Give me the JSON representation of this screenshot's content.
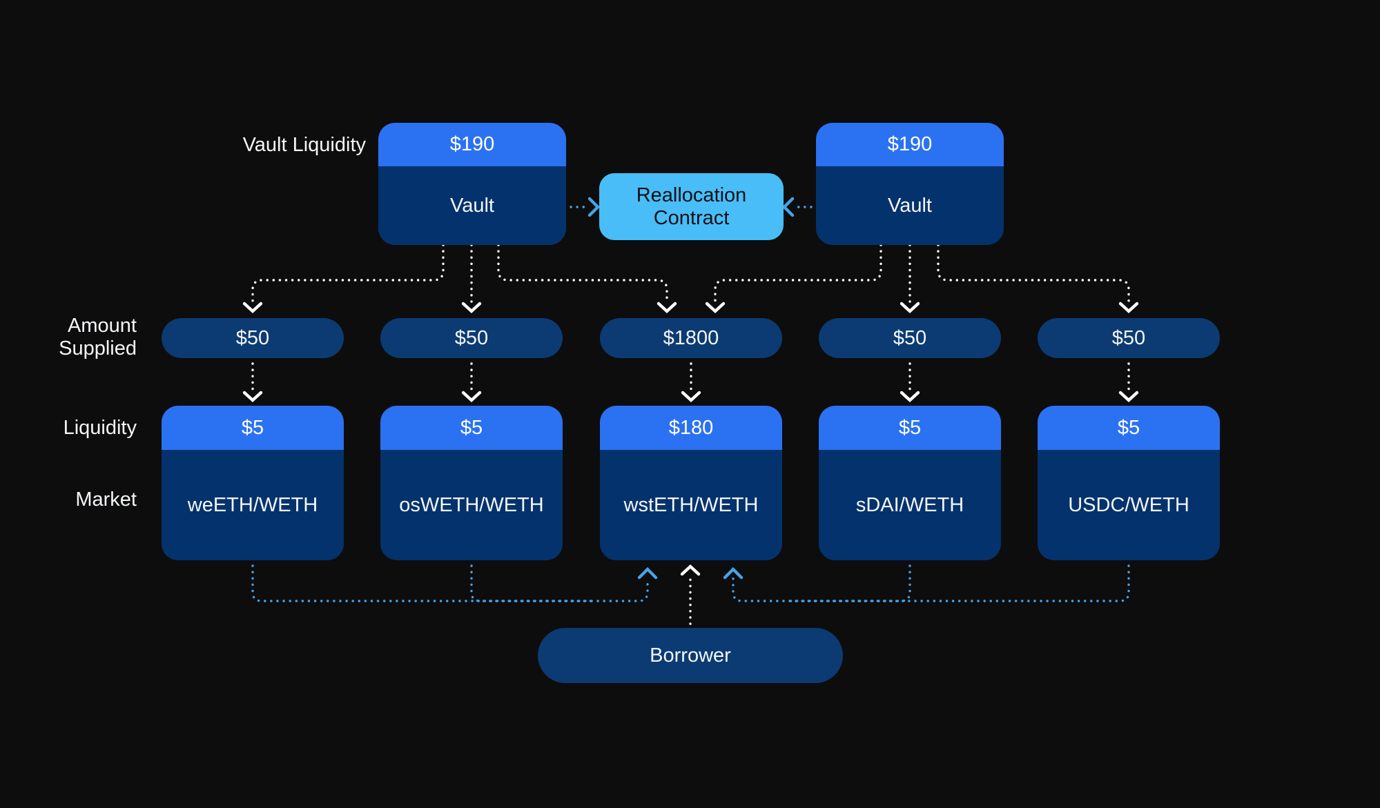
{
  "diagram": {
    "labels": {
      "vault_liquidity": "Vault Liquidity",
      "amount_supplied_lines": [
        "Amount",
        "Supplied"
      ],
      "liquidity": "Liquidity",
      "market": "Market"
    },
    "vaults": [
      {
        "liquidity": "$190",
        "label": "Vault"
      },
      {
        "liquidity": "$190",
        "label": "Vault"
      }
    ],
    "reallocation": {
      "lines": [
        "Reallocation",
        "Contract"
      ]
    },
    "amounts": [
      "$50",
      "$50",
      "$1800",
      "$50",
      "$50"
    ],
    "markets": [
      {
        "liquidity": "$5",
        "name": "weETH/WETH"
      },
      {
        "liquidity": "$5",
        "name": "osWETH/WETH"
      },
      {
        "liquidity": "$180",
        "name": "wstETH/WETH"
      },
      {
        "liquidity": "$5",
        "name": "sDAI/WETH"
      },
      {
        "liquidity": "$5",
        "name": "USDC/WETH"
      }
    ],
    "borrower": {
      "label": "Borrower"
    },
    "colors": {
      "background": "#0d0d0e",
      "header_blue": "#2b72f2",
      "body_navy": "#04326c",
      "pill_navy": "#0b3b72",
      "reallocation_blue": "#49bdf8",
      "reallocation_text": "#0e1116",
      "arrow_white": "#ffffff",
      "arrow_blue": "#47a3e8",
      "text_white": "#f4f6f8"
    }
  }
}
